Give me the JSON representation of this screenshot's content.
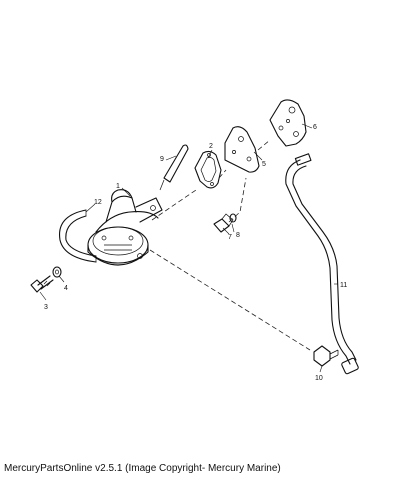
{
  "caption": "MercuryPartsOnline v2.5.1 (Image Copyright- Mercury Marine)",
  "callouts": {
    "c1": "1",
    "c2": "2",
    "c3": "3",
    "c4": "4",
    "c5": "5",
    "c6": "6",
    "c7": "7",
    "c8": "8",
    "c9": "9",
    "c10": "10",
    "c11": "11",
    "c12": "12"
  }
}
